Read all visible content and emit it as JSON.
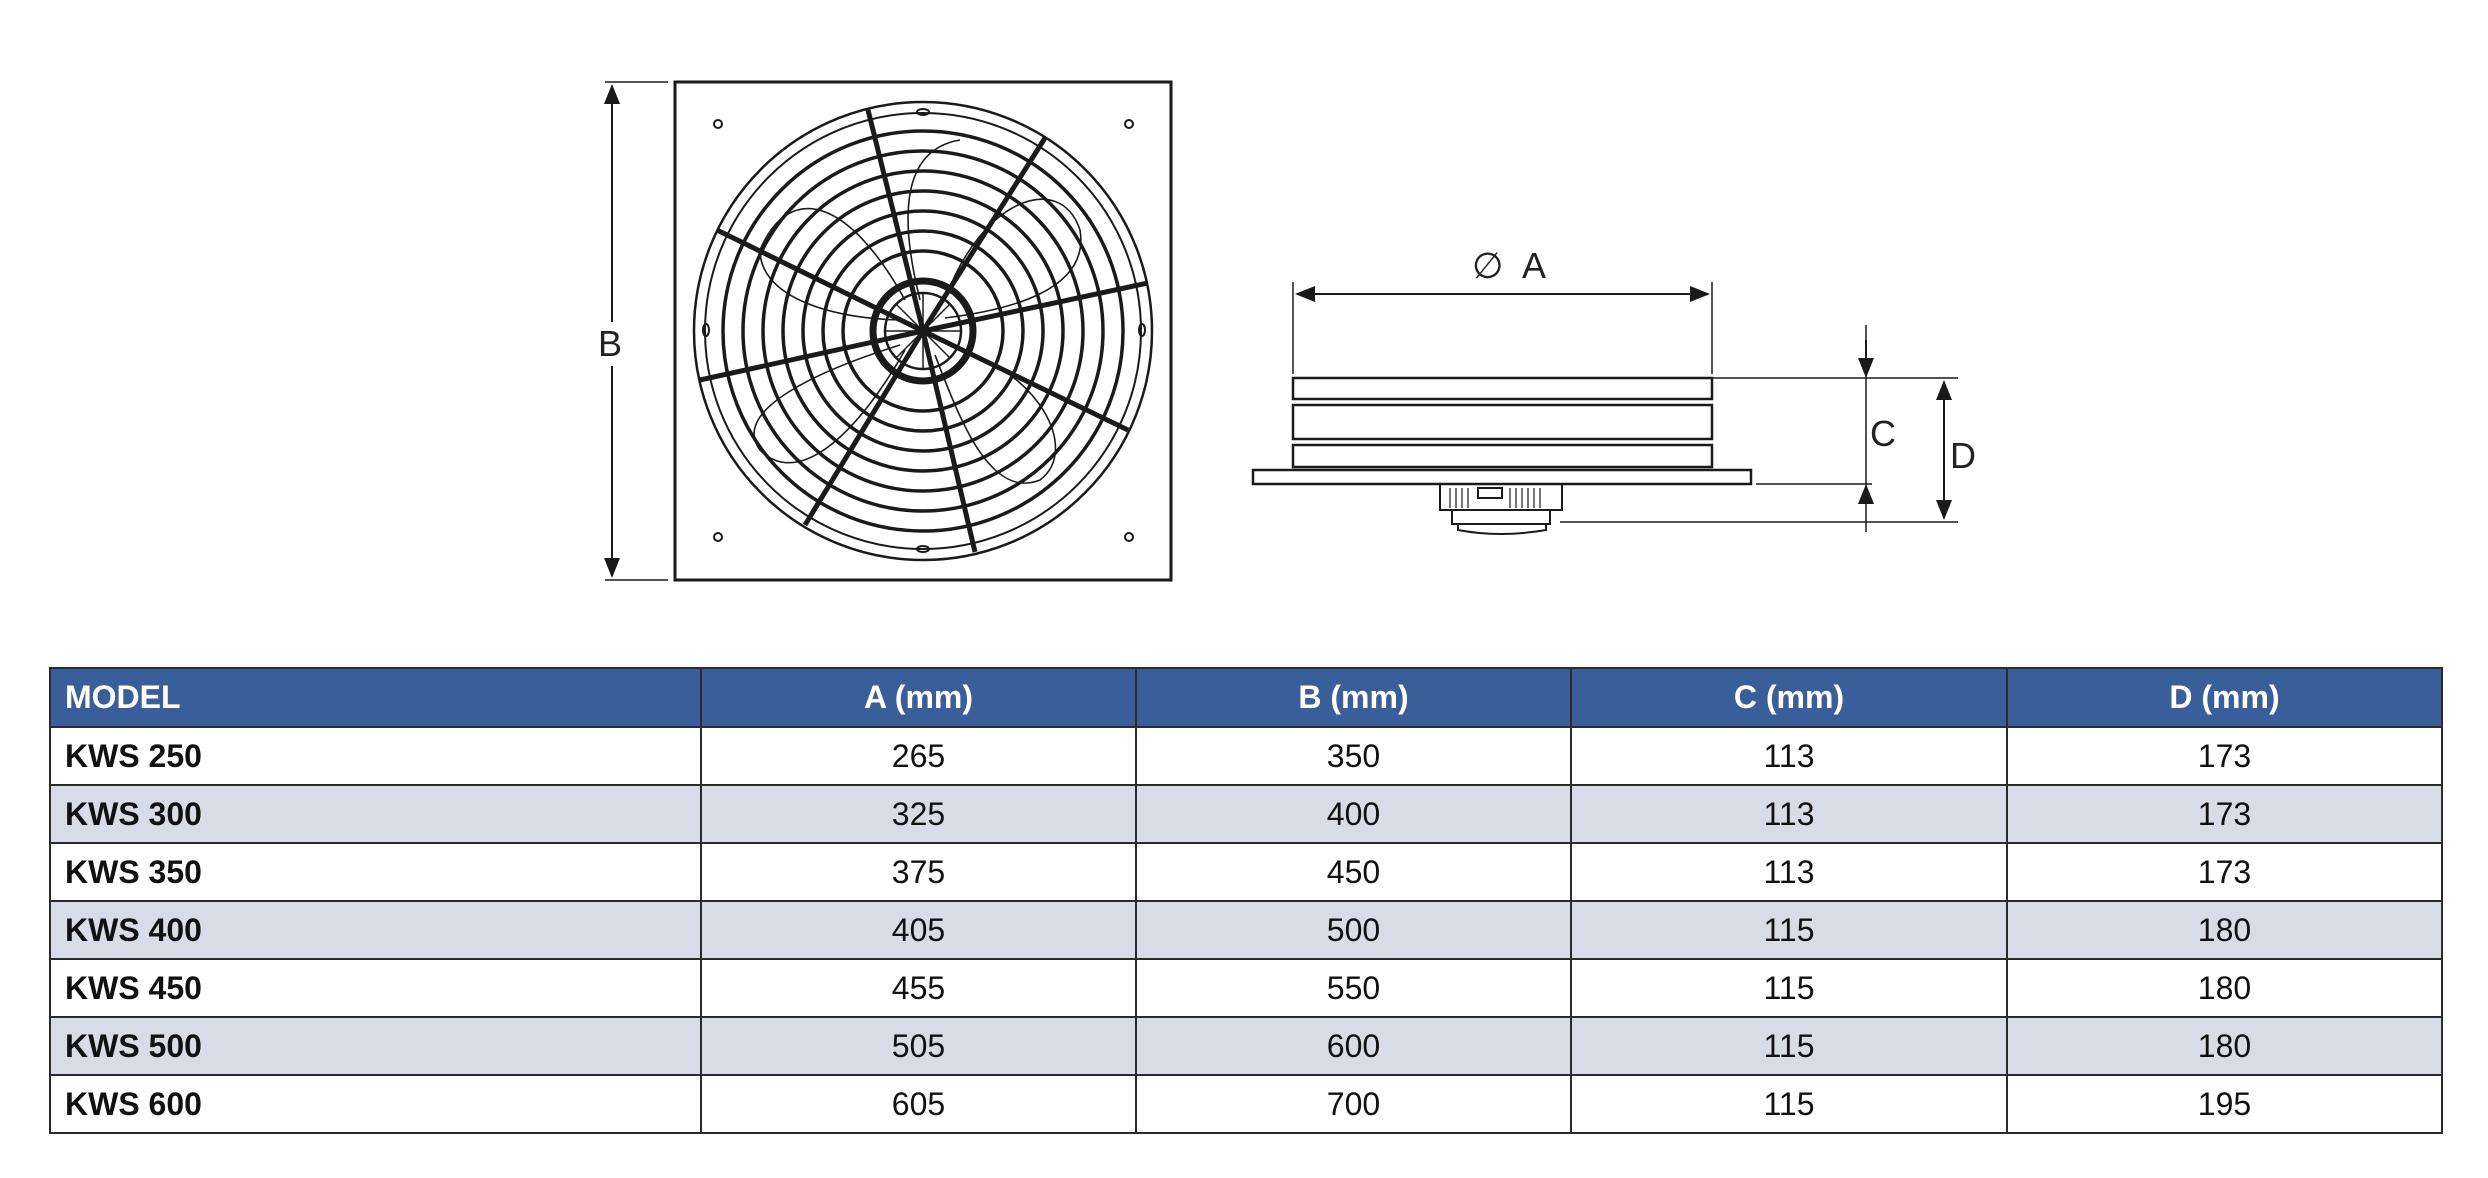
{
  "drawing": {
    "front_view_label_b": "B",
    "side_view_label_a": "A",
    "side_view_diameter_symbol": "∅",
    "side_view_label_c": "C",
    "side_view_label_d": "D",
    "line_color": "#1a1a1a"
  },
  "table": {
    "header_color": "#3a5e99",
    "alt_row_color": "#d8dce6",
    "headers": [
      "MODEL",
      "A (mm)",
      "B (mm)",
      "C (mm)",
      "D (mm)"
    ],
    "rows": [
      [
        "KWS 250",
        "265",
        "350",
        "113",
        "173"
      ],
      [
        "KWS 300",
        "325",
        "400",
        "113",
        "173"
      ],
      [
        "KWS 350",
        "375",
        "450",
        "113",
        "173"
      ],
      [
        "KWS 400",
        "405",
        "500",
        "115",
        "180"
      ],
      [
        "KWS 450",
        "455",
        "550",
        "115",
        "180"
      ],
      [
        "KWS 500",
        "505",
        "600",
        "115",
        "180"
      ],
      [
        "KWS 600",
        "605",
        "700",
        "115",
        "195"
      ]
    ]
  }
}
